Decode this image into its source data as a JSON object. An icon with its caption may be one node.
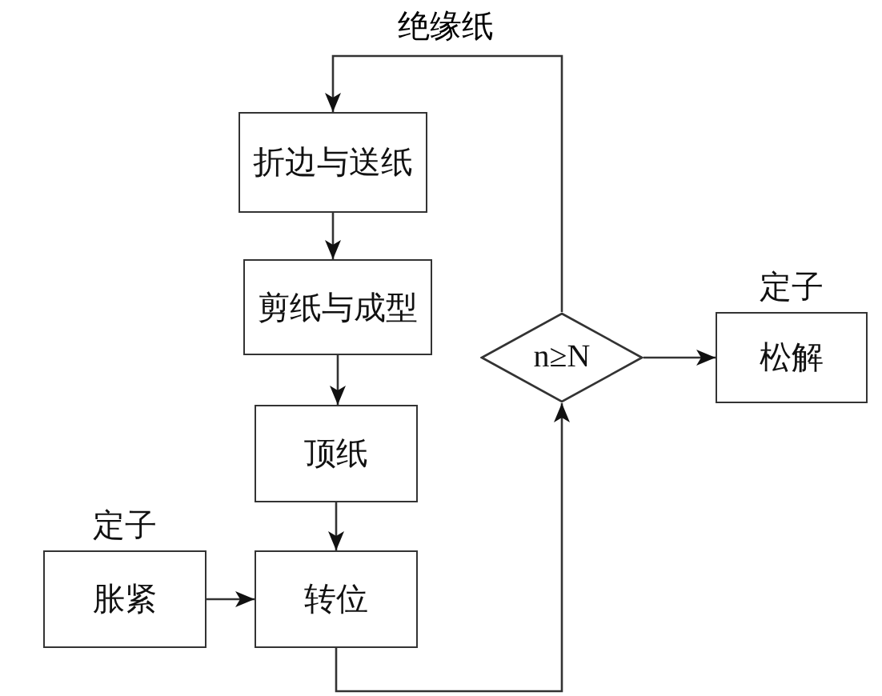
{
  "diagram": {
    "nodes": [
      {
        "text": [
          "折边与送纸"
        ]
      },
      {
        "text": [
          "剪纸与成型"
        ]
      },
      {
        "text": [
          "顶纸"
        ]
      },
      {
        "text": [
          "定子",
          "胀紧"
        ]
      },
      {
        "text": [
          "转位"
        ]
      },
      {
        "text": [
          "n≥N"
        ]
      },
      {
        "text": [
          "定子",
          "松解"
        ]
      }
    ],
    "edges": [
      {
        "from": 0,
        "to": 1,
        "arrow": "to"
      },
      {
        "from": 1,
        "to": 2,
        "arrow": "to"
      },
      {
        "from": 2,
        "to": 4,
        "arrow": "to"
      },
      {
        "from": 3,
        "to": 4,
        "arrow": "to"
      },
      {
        "from": 4,
        "to": 5,
        "arrow": "to"
      },
      {
        "from": 5,
        "to": 0,
        "arrow": "to",
        "label": "绝缘纸"
      },
      {
        "from": 5,
        "to": 6,
        "arrow": "to"
      }
    ]
  }
}
